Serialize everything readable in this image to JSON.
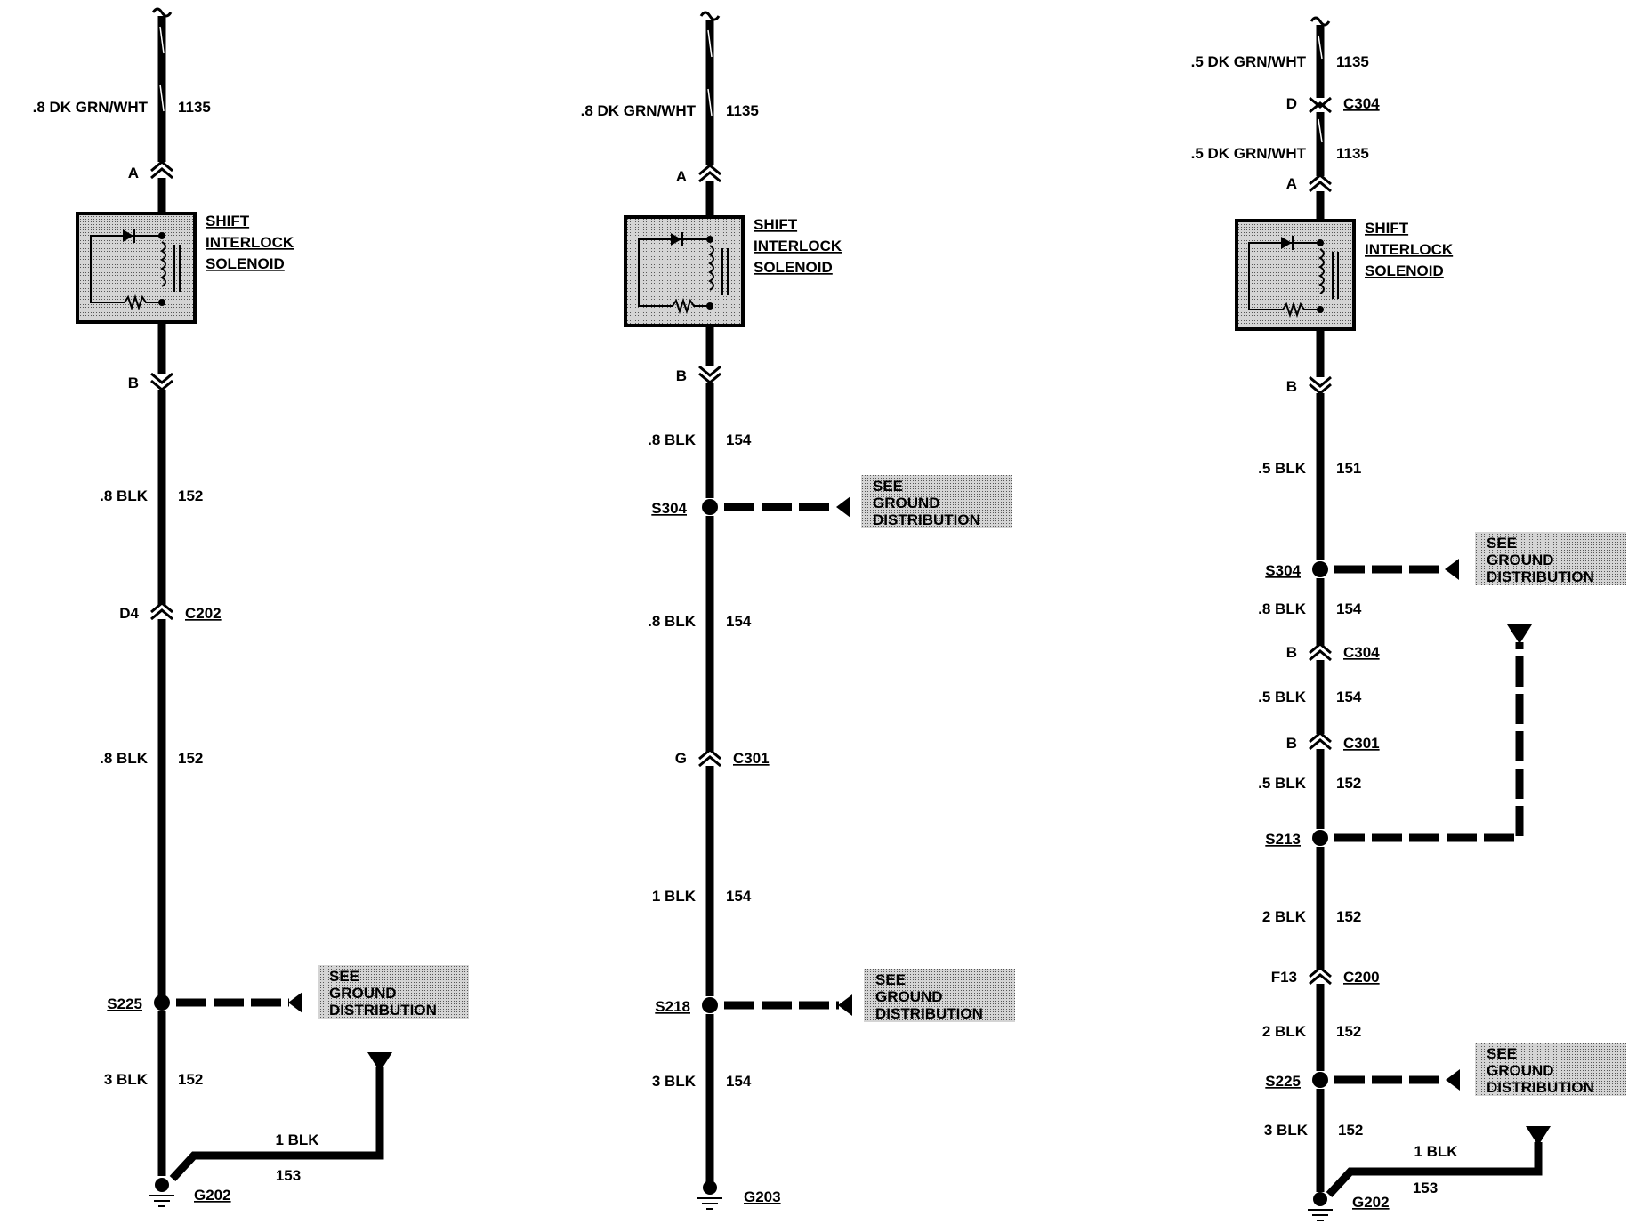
{
  "colors": {
    "ink": "#000000",
    "paper": "#ffffff",
    "shade": "#bdbdbd"
  },
  "circuits": [
    {
      "id": "left",
      "wire_top": ".8 DK GRN/WHT",
      "circuit_top": "1135",
      "pin_top": "A",
      "component": [
        "SHIFT",
        "INTERLOCK",
        "SOLENOID"
      ],
      "pin_bottom": "B",
      "segments": [
        {
          "wire": ".8 BLK",
          "circuit": "152"
        },
        {
          "wire": ".8 BLK",
          "circuit": "152"
        },
        {
          "wire": "3 BLK",
          "circuit": "152"
        }
      ],
      "connector": {
        "pin": "D4",
        "name": "C202"
      },
      "splice": "S225",
      "see_ground": [
        "SEE",
        "GROUND",
        "DISTRIBUTION"
      ],
      "branch": {
        "wire": "1 BLK",
        "circuit": "153"
      },
      "ground": "G202"
    },
    {
      "id": "middle",
      "wire_top": ".8 DK GRN/WHT",
      "circuit_top": "1135",
      "pin_top": "A",
      "component": [
        "SHIFT",
        "INTERLOCK",
        "SOLENOID"
      ],
      "pin_bottom": "B",
      "segments": [
        {
          "wire": ".8 BLK",
          "circuit": "154"
        },
        {
          "wire": ".8 BLK",
          "circuit": "154"
        },
        {
          "wire": "1 BLK",
          "circuit": "154"
        },
        {
          "wire": "3 BLK",
          "circuit": "154"
        }
      ],
      "splices": [
        "S304",
        "S218"
      ],
      "connector": {
        "pin": "G",
        "name": "C301"
      },
      "see_ground": [
        "SEE",
        "GROUND",
        "DISTRIBUTION"
      ],
      "ground": "G203"
    },
    {
      "id": "right",
      "wire_top": ".5 DK GRN/WHT",
      "circuit_top": "1135",
      "inline_connector": {
        "pin": "D",
        "name": "C304"
      },
      "wire_top2": ".5 DK GRN/WHT",
      "circuit_top2": "1135",
      "pin_top": "A",
      "component": [
        "SHIFT",
        "INTERLOCK",
        "SOLENOID"
      ],
      "pin_bottom": "B",
      "segments": [
        {
          "wire": ".5 BLK",
          "circuit": "151"
        },
        {
          "wire": ".8 BLK",
          "circuit": "154"
        },
        {
          "wire": ".5 BLK",
          "circuit": "154"
        },
        {
          "wire": ".5 BLK",
          "circuit": "152"
        },
        {
          "wire": "2 BLK",
          "circuit": "152"
        },
        {
          "wire": "2 BLK",
          "circuit": "152"
        },
        {
          "wire": "3 BLK",
          "circuit": "152"
        }
      ],
      "splices": [
        "S304",
        "S213",
        "S225"
      ],
      "connectors": [
        {
          "pin": "B",
          "name": "C304"
        },
        {
          "pin": "B",
          "name": "C301"
        },
        {
          "pin": "F13",
          "name": "C200"
        }
      ],
      "see_ground": [
        "SEE",
        "GROUND",
        "DISTRIBUTION"
      ],
      "branch": {
        "wire": "1 BLK",
        "circuit": "153"
      },
      "ground": "G202"
    }
  ]
}
